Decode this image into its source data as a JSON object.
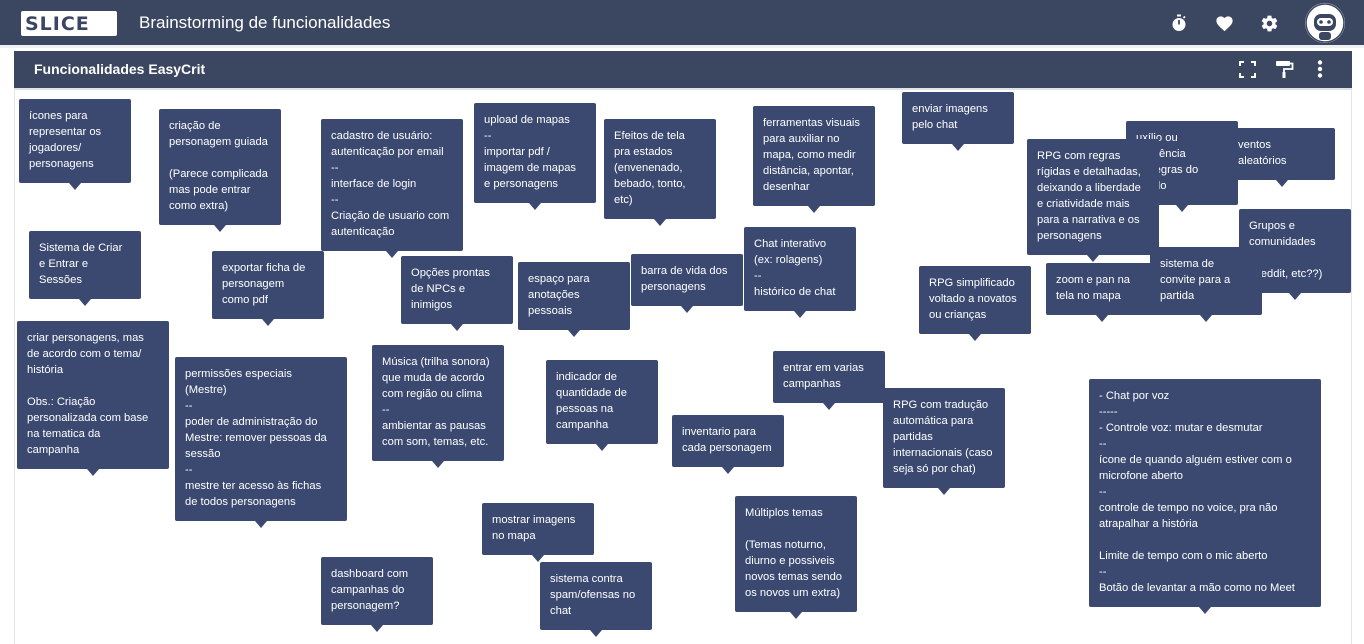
{
  "app": {
    "logo_text": "SLICE",
    "title": "Brainstorming de funcionalidades"
  },
  "toolbar_icons": [
    "timer-icon",
    "heart-icon",
    "gear-icon",
    "robot-avatar"
  ],
  "board": {
    "title": "Funcionalidades EasyCrit",
    "header_icons": [
      "fullscreen-icon",
      "paint-roller-icon",
      "more-vertical-icon"
    ]
  },
  "colors": {
    "topbar": "#3b4660",
    "note": "#3b4970",
    "board_header": "#3b4660",
    "background": "#ffffff"
  },
  "notes": [
    "ícones para\nrepresentar os\njogadores/\npersonagens",
    "criação de\npersonagem guiada\n\n(Parece complicada\nmas pode entrar\ncomo extra)",
    "cadastro de usuário:\nautenticação por email\n--\ninterface de login\n--\nCriação de usuario com\nautenticação",
    "upload de mapas\n--\nimportar pdf /\nimagem de mapas\ne personagens",
    "Efeitos de tela\npra estados\n(envenenado,\nbebado, tonto,\netc)",
    "ferramentas visuais\npara auxiliar no\nmapa, como medir\ndistância, apontar,\ndesenhar",
    "enviar imagens\npelo chat",
    "ventos\naleatórios",
    "uxílio ou referência\nas regras do\nsendo\ndo",
    "RPG com regras\nrígidas e detalhadas,\ndeixando a liberdade\ne criatividade mais\npara a narrativa e os\npersonagens",
    "Grupos e\ncomunidades\n\n(Reddit, etc??)",
    "Sistema de Criar\ne Entrar e\nSessões",
    "exportar ficha de\npersonagem\ncomo pdf",
    "Opções prontas\nde NPCs e\ninimigos",
    "espaço para\nanotações\npessoais",
    "barra de vida dos\npersonagens",
    "Chat interativo\n(ex: rolagens)\n--\nhistórico de chat",
    "RPG simplificado\nvoltado a novatos\nou crianças",
    "zoom e pan na\ntela no mapa",
    "sistema de\nconvite para a\npartida",
    "criar personagens, mas\nde acordo com o tema/\nhistória\n\nObs.: Criação\npersonalizada com base\nna tematica da\ncampanha",
    "permissões especiais\n(Mestre)\n--\npoder de administração do\nMestre: remover pessoas da\nsessão\n--\nmestre ter acesso às fichas\nde todos personagens",
    "Música (trilha sonora)\nque muda de acordo\ncom região ou clima\n--\nambientar as pausas\ncom som, temas, etc.",
    "indicador de\nquantidade de\npessoas na\ncampanha",
    "entrar em varias\ncampanhas",
    "inventario para\ncada personagem",
    "RPG com tradução\nautomática para\npartidas\ninternacionais (caso\nseja só por chat)",
    "- Chat por voz\n-----\n- Controle voz: mutar e desmutar\n--\nícone de quando alguém estiver com o\nmicrofone aberto\n--\ncontrole de tempo no voice, pra não\natrapalhar a história\n\nLimite de tempo com o mic aberto\n--\nBotão de levantar a mão como no Meet",
    "mostrar imagens\nno mapa",
    "Múltiplos temas\n\n(Temas noturno,\ndiurno e possiveis\nnovos temas sendo\nos novos um extra)",
    "dashboard com\ncampanhas do\npersonagem?",
    "sistema contra\nspam/ofensas no\nchat"
  ]
}
